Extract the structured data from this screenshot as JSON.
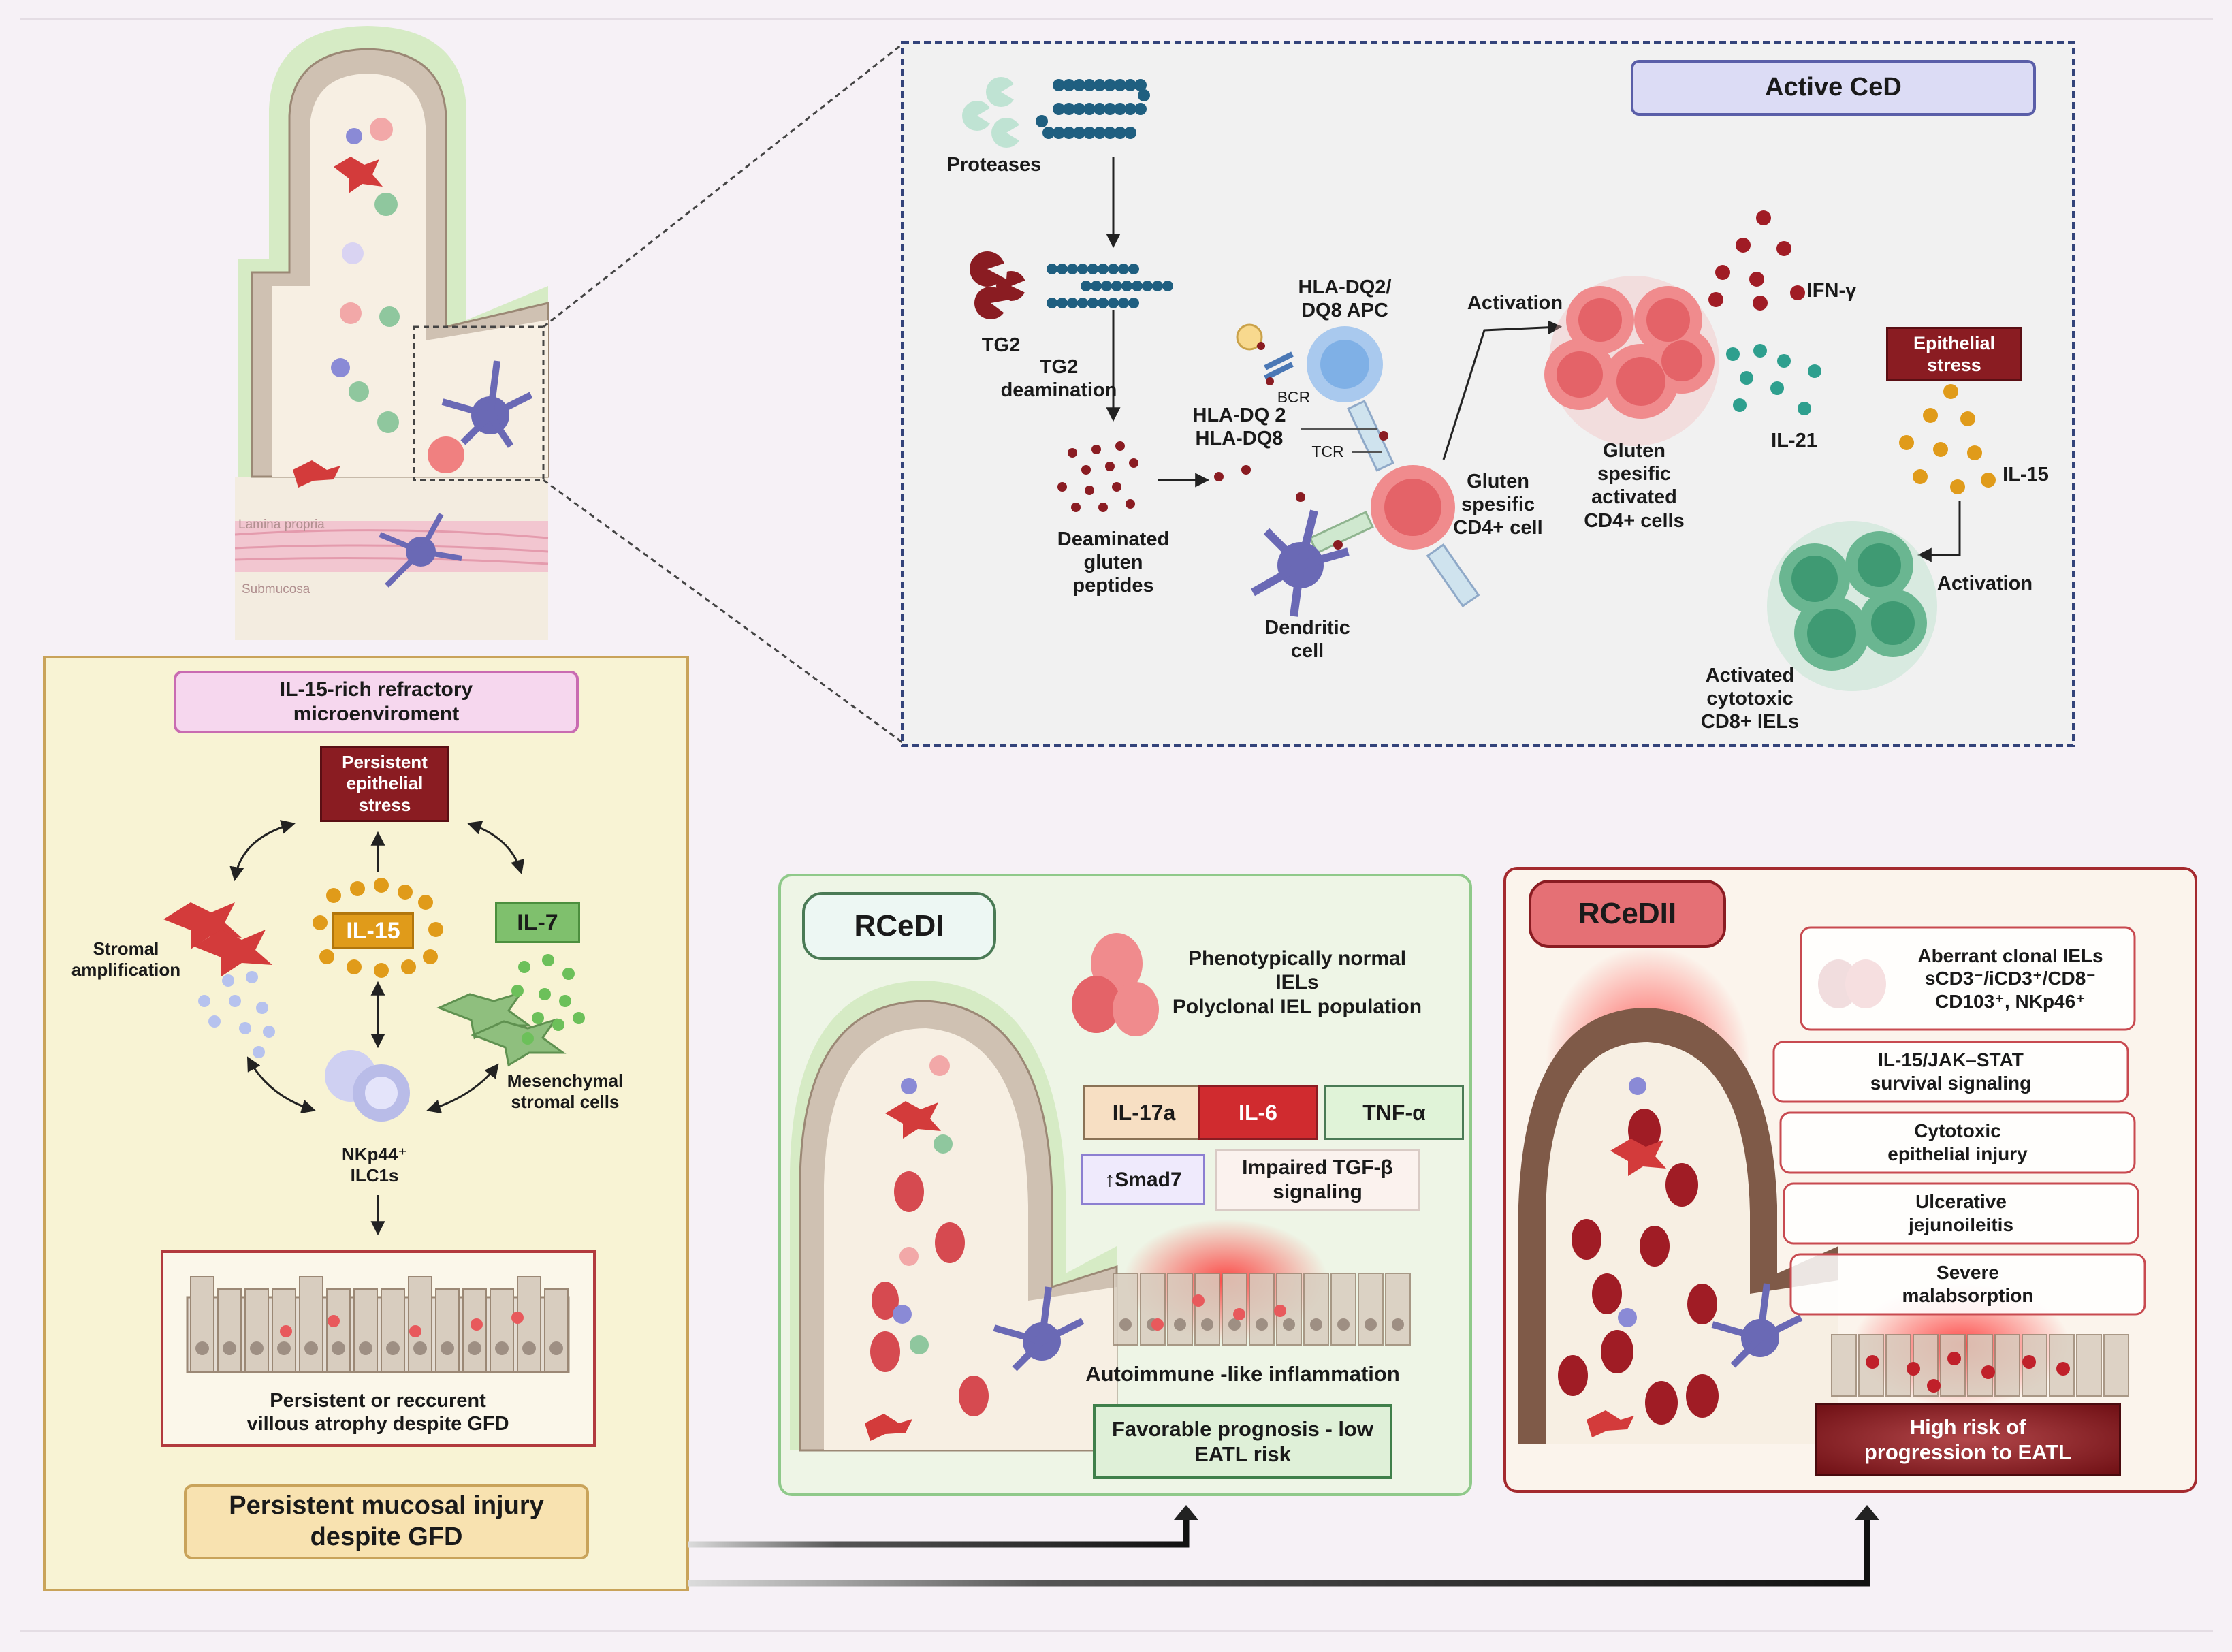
{
  "villus": {
    "lamina_propria": "Lamina propria",
    "submucosa": "Submucosa"
  },
  "active_ced": {
    "title": "Active CeD",
    "proteases": "Proteases",
    "tg2": "TG2",
    "tg2_deamination": "TG2\ndeamination",
    "deaminated_peptides": "Deaminated\ngluten\npeptides",
    "hla_dq_apc": "HLA-DQ2/\nDQ8 APC",
    "bcr": "BCR",
    "hla_dq2_dq8": "HLA-DQ 2\nHLA-DQ8",
    "tcr": "TCR",
    "dendritic_cell": "Dendritic\ncell",
    "gluten_cd4_cell": "Gluten\nspesific\nCD4+ cell",
    "activation_1": "Activation",
    "activated_cd4_cells": "Gluten\nspesific\nactivated\nCD4+ cells",
    "ifn_gamma": "IFN-γ",
    "il21": "IL-21",
    "epithelial_stress": "Epithelial\nstress",
    "il15": "IL-15",
    "activation_2": "Activation",
    "cd8_iels": "Activated\ncytotoxic\nCD8+ IELs"
  },
  "refractory": {
    "title": "IL-15-rich refractory\nmicroenviroment",
    "persistent_stress": "Persistent\nepithelial\nstress",
    "il15": "IL-15",
    "il7": "IL-7",
    "stromal_amplification": "Stromal\namplification",
    "mesenchymal_cells": "Mesenchymal\nstromal cells",
    "ilc1s": "NKp44⁺\nILC1s",
    "atrophy": "Persistent or reccurent\nvillous atrophy despite GFD",
    "mucosal_injury": "Persistent mucosal injury\ndespite GFD"
  },
  "rcedi": {
    "title": "RCeDI",
    "iel_desc": "Phenotypically normal\nIELs\nPolyclonal IEL population",
    "il17a": "IL-17a",
    "il6": "IL-6",
    "tnf": "TNF-α",
    "smad7": "↑Smad7",
    "tgf": "Impaired TGF-β\nsignaling",
    "autoimmune": "Autoimmune -like inflammation",
    "prognosis": "Favorable prognosis - low\nEATL risk"
  },
  "rcedii": {
    "title": "RCeDII",
    "features": [
      "Aberrant clonal IELs\nsCD3⁻/iCD3⁺/CD8⁻\nCD103⁺, NKp46⁺",
      "IL-15/JAK–STAT\nsurvival signaling",
      "Cytotoxic\nepithelial injury",
      "Ulcerative\njejunoileitis",
      "Severe\nmalabsorption"
    ],
    "eatl": "High risk of\nprogression to  EATL"
  },
  "colors": {
    "dark_red": "#8a1c22",
    "ilc_purple": "#b9bce8",
    "cd4_red": "#e8666a",
    "cd8_green": "#3f9a73",
    "il15_orange": "#e09b1a",
    "il7_green": "#7fc06d",
    "mucosa_tan": "#efe7d7",
    "lp_green": "#d6ebc5"
  }
}
